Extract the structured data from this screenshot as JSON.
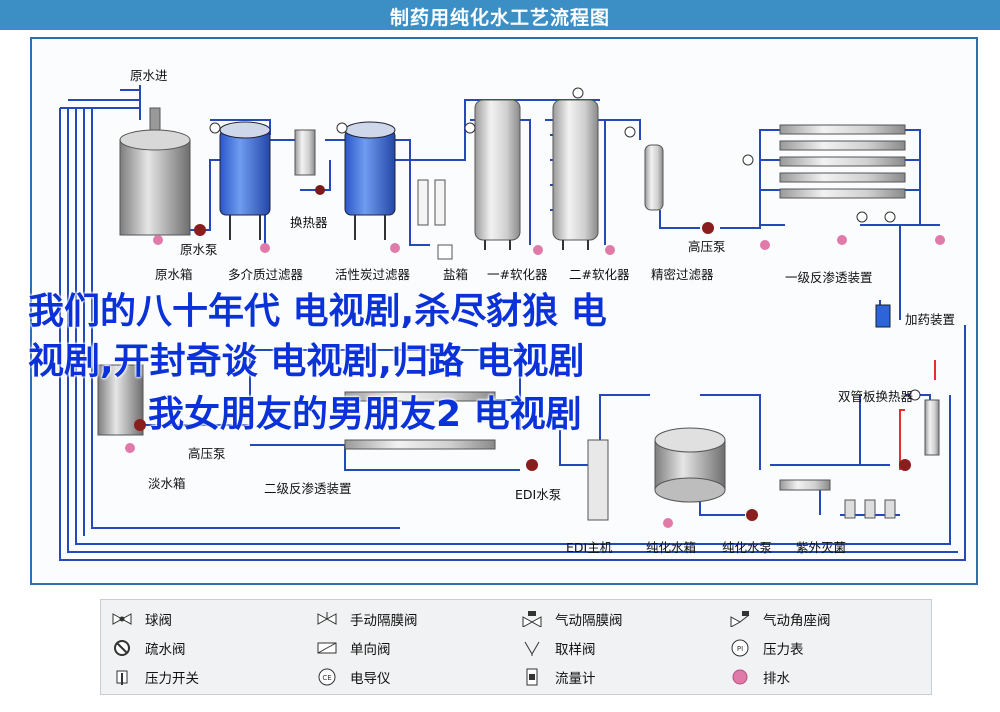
{
  "title": "制药用纯化水工艺流程图",
  "labels": {
    "raw_water_in": "原水进",
    "raw_water_pump": "原水泵",
    "raw_water_tank": "原水箱",
    "multimedia_filter": "多介质过滤器",
    "heat_exchanger": "换热器",
    "carbon_filter": "活性炭过滤器",
    "salt_tank": "盐箱",
    "softener_1": "一#软化器",
    "softener_2": "二#软化器",
    "precision_filter": "精密过滤器",
    "high_pressure_pump_1": "高压泵",
    "ro_stage_1": "一级反渗透装置",
    "dosing_device": "加药装置",
    "double_tube_hx": "双管板换热器",
    "high_pressure_pump_2": "高压泵",
    "fresh_water_tank": "淡水箱",
    "ro_stage_2": "二级反渗透装置",
    "edi_pump": "EDI水泵",
    "edi_host": "EDI主机",
    "pure_water_tank": "纯化水箱",
    "pure_water_pump": "纯化水泵",
    "uv_sterilizer": "紫外灭菌"
  },
  "overlay_lines": [
    "我们的八十年代 电视剧,杀尽豺狼 电",
    "视剧,开封奇谈 电视剧,归路 电视剧",
    "我女朋友的男朋友2 电视剧"
  ],
  "legend": [
    {
      "label": "球阀",
      "icon": "ball-valve-icon"
    },
    {
      "label": "手动隔膜阀",
      "icon": "manual-diaphragm-valve-icon"
    },
    {
      "label": "气动隔膜阀",
      "icon": "pneumatic-diaphragm-valve-icon"
    },
    {
      "label": "气动角座阀",
      "icon": "pneumatic-angle-valve-icon"
    },
    {
      "label": "疏水阀",
      "icon": "steam-trap-icon"
    },
    {
      "label": "单向阀",
      "icon": "check-valve-icon"
    },
    {
      "label": "取样阀",
      "icon": "sampling-valve-icon"
    },
    {
      "label": "压力表",
      "icon": "pressure-gauge-icon"
    },
    {
      "label": "压力开关",
      "icon": "pressure-switch-icon"
    },
    {
      "label": "电导仪",
      "icon": "conductivity-meter-icon"
    },
    {
      "label": "流量计",
      "icon": "flow-meter-icon"
    },
    {
      "label": "排水",
      "icon": "drain-icon"
    }
  ],
  "colors": {
    "pipe": "#2549b8",
    "title_bar": "#3b8fc4",
    "frame": "#2f6fb0",
    "overlay_text": "#0a32d8"
  }
}
